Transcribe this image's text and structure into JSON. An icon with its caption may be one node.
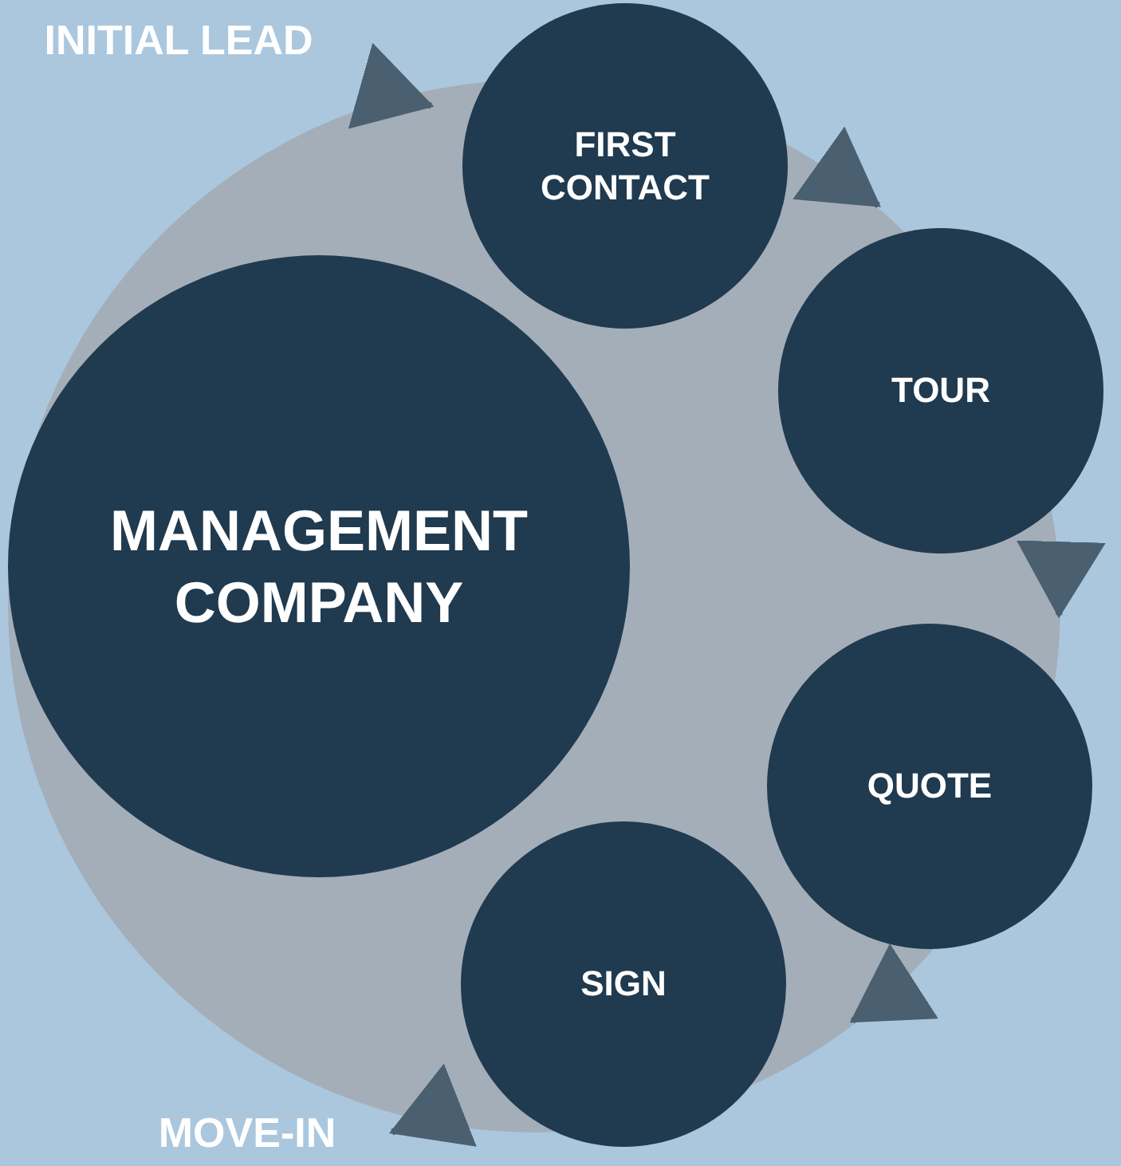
{
  "diagram": {
    "nodes": [
      {
        "text": [
          "INITIAL LEAD"
        ]
      },
      {
        "text": [
          "FIRST CONTACT"
        ]
      },
      {
        "text": [
          "TOUR"
        ]
      },
      {
        "text": [
          "QUOTE"
        ]
      },
      {
        "text": [
          "SIGN"
        ]
      },
      {
        "text": [
          "MOVE-IN"
        ]
      },
      {
        "text": [
          "MANAGEMENT COMPANY"
        ]
      }
    ],
    "edges": [
      {
        "from": 0,
        "to": 1,
        "arrow": "to"
      },
      {
        "from": 1,
        "to": 2,
        "arrow": "to"
      },
      {
        "from": 2,
        "to": 3,
        "arrow": "to"
      },
      {
        "from": 3,
        "to": 4,
        "arrow": "to"
      },
      {
        "from": 4,
        "to": 5,
        "arrow": "to"
      }
    ]
  }
}
